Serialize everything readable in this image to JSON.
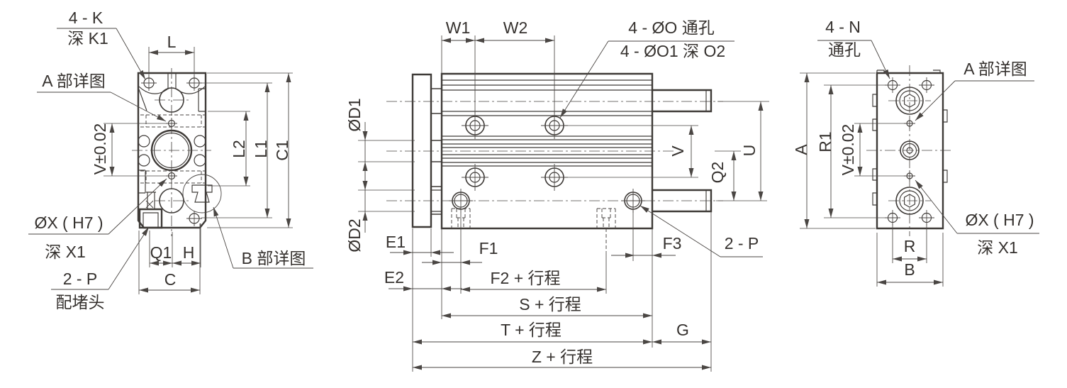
{
  "meta": {
    "drawing_type": "pneumatic guided cylinder dimensional drawing",
    "ink_color": "#3e3a37",
    "background_color": "#ffffff"
  },
  "views": {
    "left": {
      "name": "left end view",
      "labels": {
        "holes_note_line1": "4 - K",
        "holes_note_line2": "深 K1",
        "l": "L",
        "detail_a": "A 部详图",
        "v": "V±0.02",
        "l2": "L2",
        "l1": "L1",
        "c1": "C1",
        "bore": "ØX ( H7 )",
        "bore_depth": "深 X1",
        "ports": "2 - P",
        "plug": "配堵头",
        "q1": "Q1",
        "h": "H",
        "c": "C",
        "detail_b": "B 部详图"
      }
    },
    "front": {
      "name": "front view",
      "labels": {
        "w1": "W1",
        "w2": "W2",
        "holes_note_line1": "4 - ØO 通孔",
        "holes_note_line2": "4 - ØO1 深 O2",
        "d1": "ØD1",
        "d2": "ØD2",
        "e1": "E1",
        "e2": "E2",
        "f1": "F1",
        "f2": "F2 + 行程",
        "f3": "F3",
        "s": "S + 行程",
        "t": "T + 行程",
        "g": "G",
        "z": "Z + 行程",
        "v": "V",
        "q2": "Q2",
        "u": "U",
        "ports": "2 - P"
      }
    },
    "right": {
      "name": "right end view",
      "labels": {
        "holes_note_line1": "4 - N",
        "holes_note_line2": "通孔",
        "detail_a": "A 部详图",
        "a": "A",
        "r1": "R1",
        "v": "V±0.02",
        "bore": "ØX ( H7 )",
        "bore_depth": "深 X1",
        "r": "R",
        "b": "B"
      }
    }
  }
}
